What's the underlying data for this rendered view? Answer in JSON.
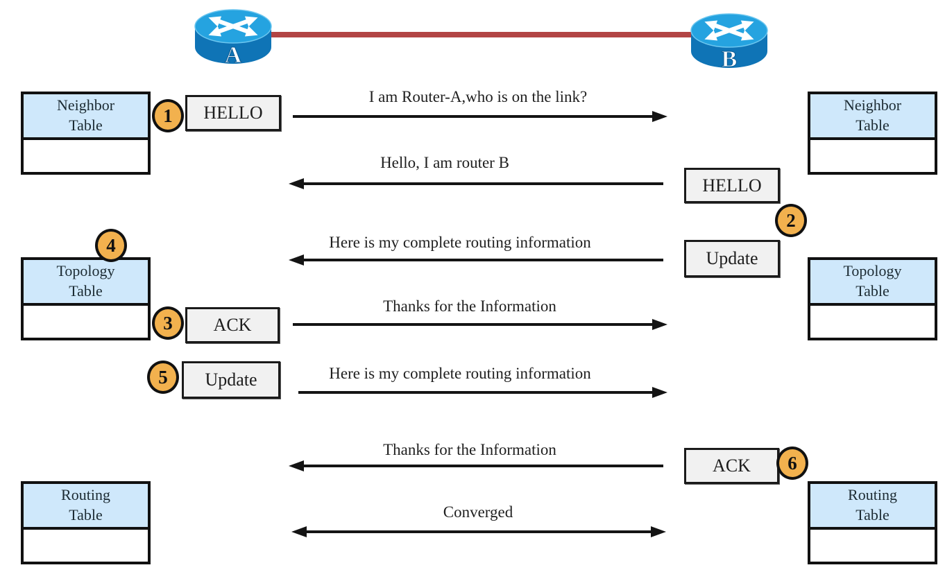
{
  "routers": {
    "a": "A",
    "b": "B"
  },
  "tables": {
    "neighbor": "Neighbor Table",
    "topology": "Topology Table",
    "routing": "Routing Table"
  },
  "steps": {
    "s1": "1",
    "s2": "2",
    "s3": "3",
    "s4": "4",
    "s5": "5",
    "s6": "6"
  },
  "packets": {
    "hello": "HELLO",
    "update": "Update",
    "ack": "ACK"
  },
  "messages": {
    "m1": "I am Router-A,who is on the link?",
    "m2": "Hello, I am router B",
    "m3": "Here is my complete routing information",
    "m4": "Thanks for the Information",
    "m5": "Here is my complete routing information",
    "m6": "Thanks for the Information",
    "m7": "Converged"
  },
  "colors": {
    "table_header_blue": "#cfe8fb",
    "badge_orange": "#f2b14e",
    "link_red": "#b24444",
    "packet_box_gray": "#f1f1f1",
    "router_body_blue": "#0f74b6",
    "router_top_blue": "#25a3e0"
  }
}
